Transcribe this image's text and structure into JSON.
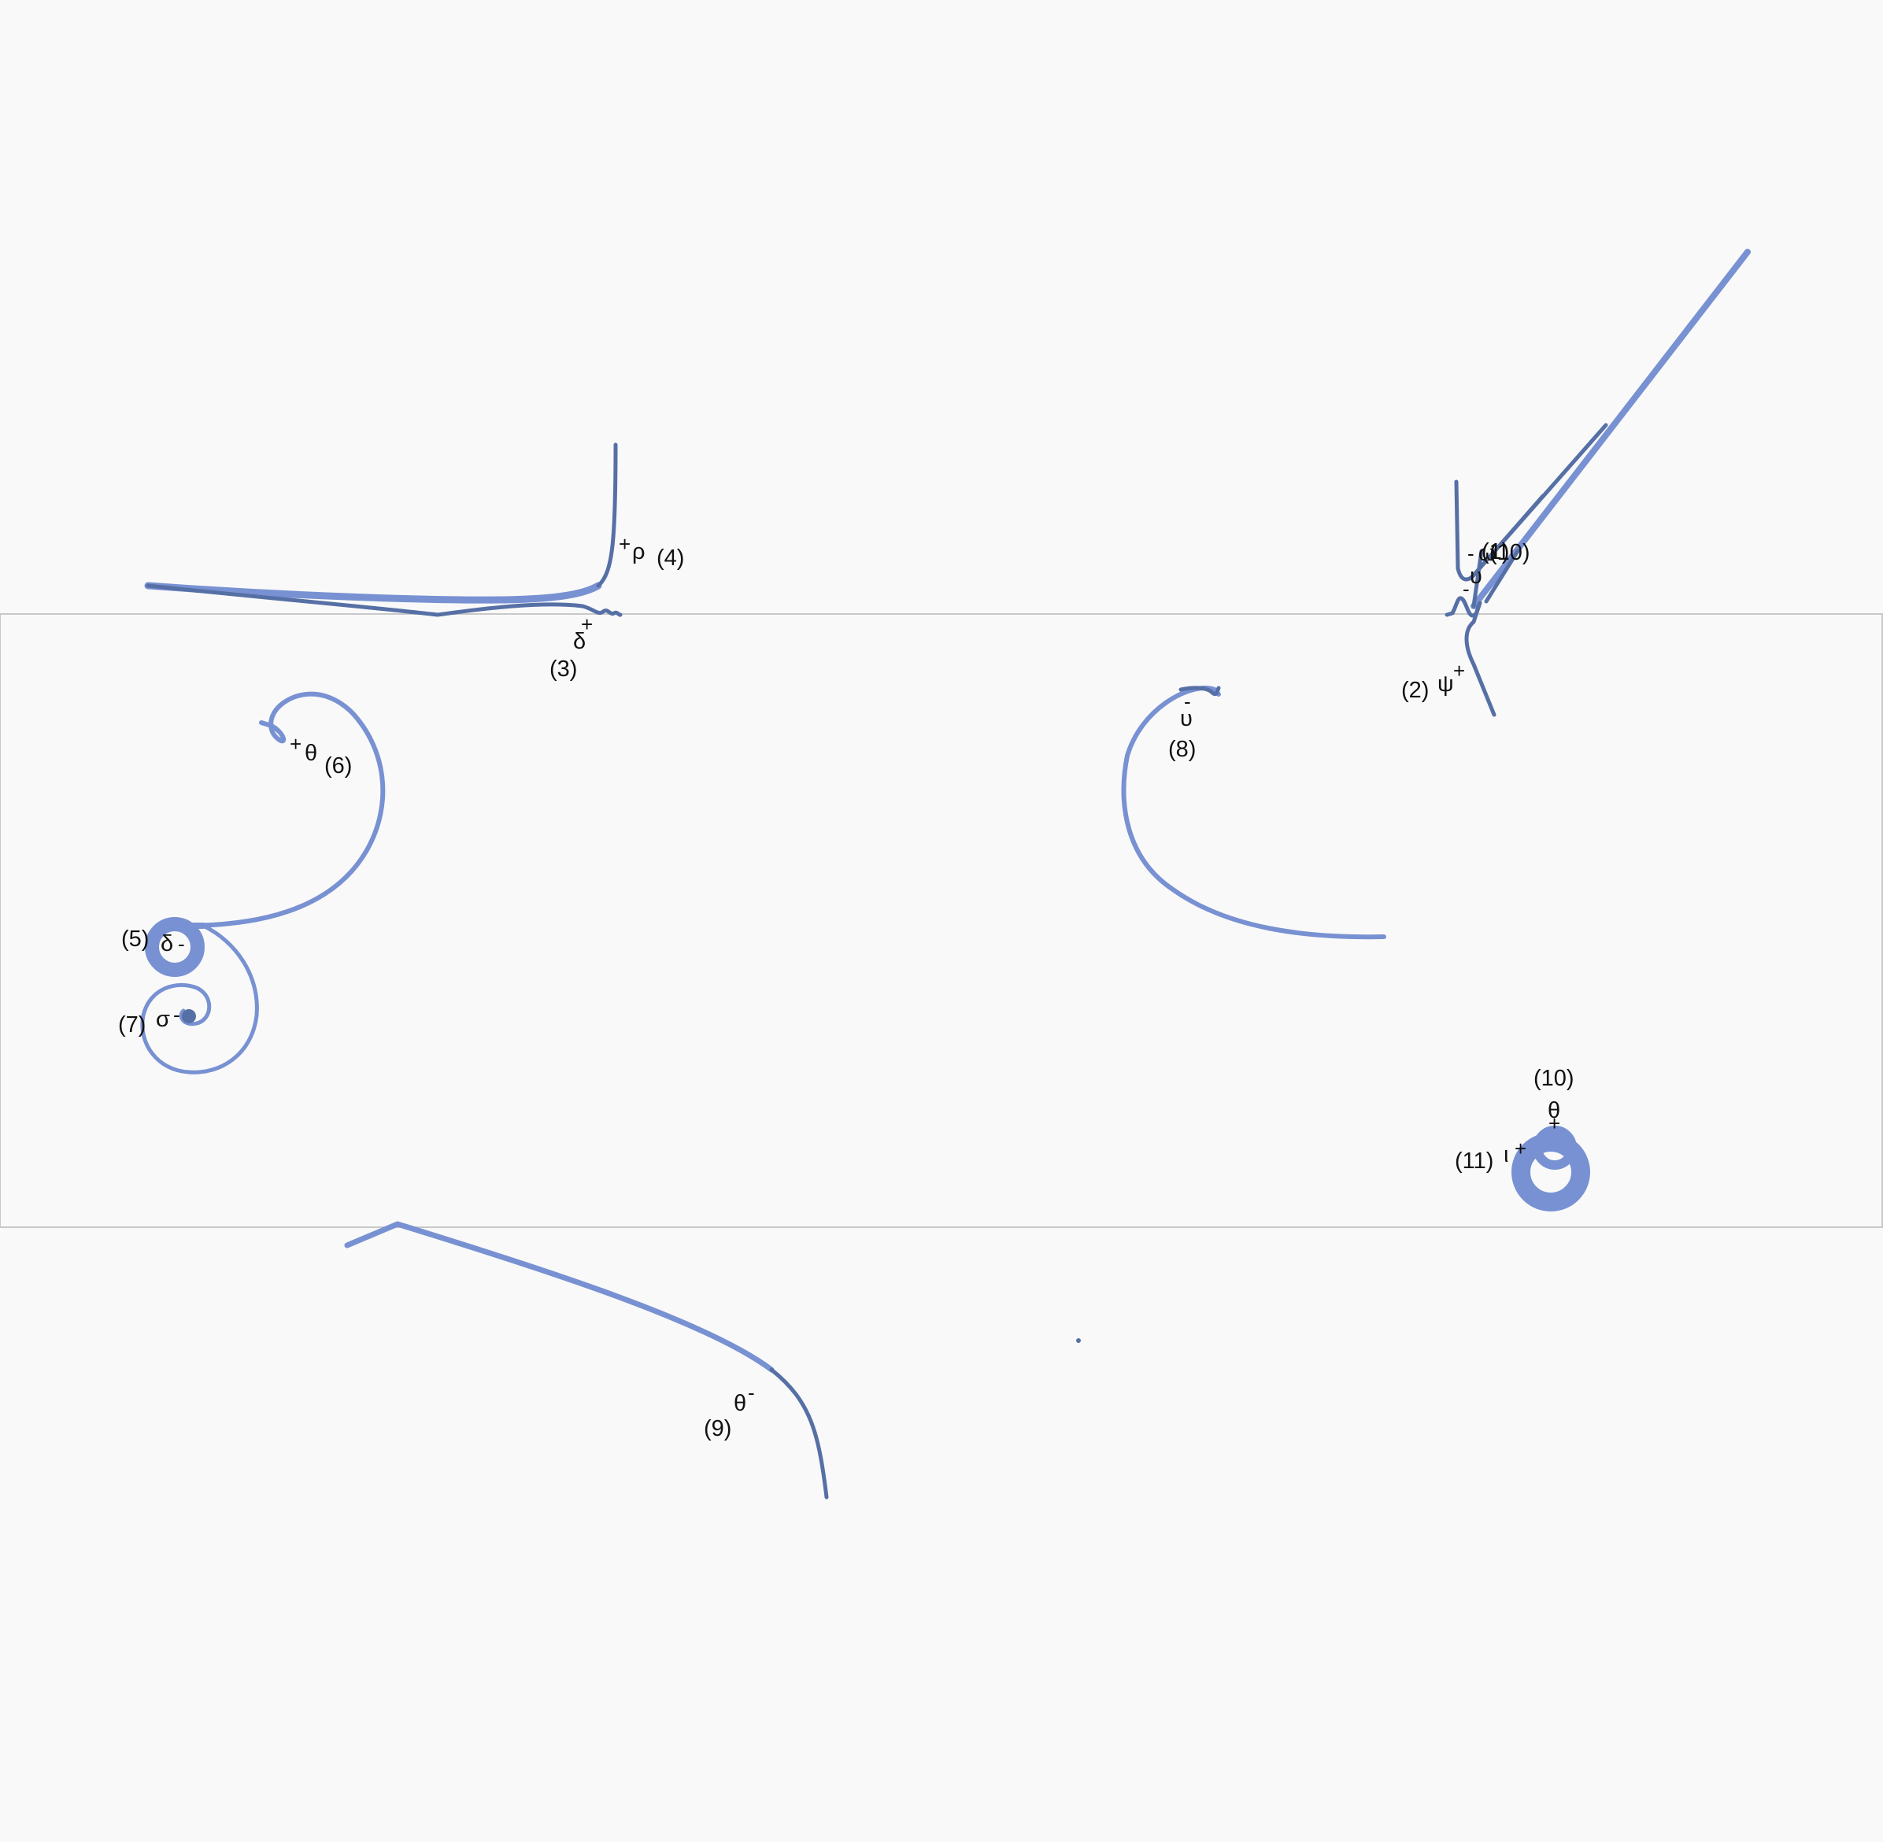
{
  "colors": {
    "background": "#f9f9f9",
    "box_border": "#c8c8c8",
    "curve_dark": "#5670a6",
    "curve_light": "#7891d2",
    "text": "#111111"
  },
  "labels": {
    "c1": "(1)",
    "c2": "(2)",
    "c3": "(3)",
    "c4": "(4)",
    "c5": "(5)",
    "c6": "(6)",
    "c7": "(7)",
    "c8": "(8)",
    "c9": "(9)",
    "c10": "(10)",
    "c11": "(11)",
    "c10_top": "(10)"
  },
  "symbols": {
    "psi": "ψ",
    "omega": "ω",
    "rho": "ρ",
    "delta3": "δ",
    "delta5": "δ",
    "theta6": "θ",
    "sigma": "σ",
    "upsilon8": "υ",
    "upsilon_top": "υ",
    "theta9": "θ",
    "theta10": "θ",
    "iota": "ι"
  },
  "signs": {
    "plus": "+",
    "minus": "-"
  }
}
